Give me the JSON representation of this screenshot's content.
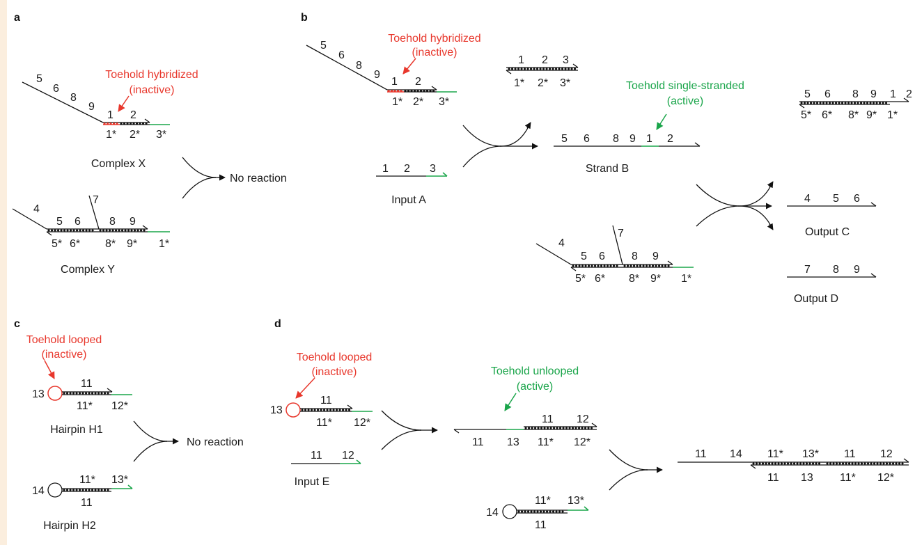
{
  "panels": {
    "a": "a",
    "b": "b",
    "c": "c",
    "d": "d"
  },
  "colors": {
    "inactive": "#e8372c",
    "active": "#1aa54a",
    "strand": "#111111",
    "strip": "#fbeede"
  },
  "a": {
    "annot_line1": "Toehold hybridized",
    "annot_line2": "(inactive)",
    "x_top": [
      "5",
      "6",
      "8",
      "9",
      "1",
      "2"
    ],
    "x_bottom": [
      "1*",
      "2*",
      "3*"
    ],
    "complex_x": "Complex X",
    "y_top": [
      "4",
      "5",
      "6",
      "7",
      "8",
      "9"
    ],
    "y_bottom": [
      "5*",
      "6*",
      "8*",
      "9*",
      "1*"
    ],
    "complex_y": "Complex Y",
    "result": "No reaction"
  },
  "b": {
    "annot_line1": "Toehold hybridized",
    "annot_line2": "(inactive)",
    "x_top": [
      "5",
      "6",
      "8",
      "9",
      "1",
      "2"
    ],
    "x_bottom": [
      "1*",
      "2*",
      "3*"
    ],
    "waste_top": [
      "1",
      "2",
      "3"
    ],
    "waste_bottom": [
      "1*",
      "2*",
      "3*"
    ],
    "input_a_domains": [
      "1",
      "2",
      "3"
    ],
    "input_a": "Input A",
    "green_annot_line1": "Toehold single-stranded",
    "green_annot_line2": "(active)",
    "strand_b_domains": [
      "5",
      "6",
      "8",
      "9",
      "1",
      "2"
    ],
    "strand_b": "Strand B",
    "prod_top": [
      "5",
      "6",
      "8",
      "9",
      "1",
      "2"
    ],
    "prod_bottom": [
      "5*",
      "6*",
      "8*",
      "9*",
      "1*"
    ],
    "output_c_domains": [
      "4",
      "5",
      "6"
    ],
    "output_c": "Output C",
    "y_top": [
      "4",
      "5",
      "6",
      "7",
      "8",
      "9"
    ],
    "y_bottom": [
      "5*",
      "6*",
      "8*",
      "9*",
      "1*"
    ],
    "output_d_domains": [
      "7",
      "8",
      "9"
    ],
    "output_d": "Output D"
  },
  "c": {
    "annot_line1": "Toehold looped",
    "annot_line2": "(inactive)",
    "h1_loop": "13",
    "h1_top": "11",
    "h1_bottom": [
      "11*",
      "12*"
    ],
    "hairpin_h1": "Hairpin H1",
    "h2_loop": "14",
    "h2_top": [
      "11*",
      "13*"
    ],
    "h2_bottom": "11",
    "hairpin_h2": "Hairpin H2",
    "result": "No reaction"
  },
  "d": {
    "annot_line1": "Toehold looped",
    "annot_line2": "(inactive)",
    "h1_loop": "13",
    "h1_top": "11",
    "h1_bottom": [
      "11*",
      "12*"
    ],
    "input_e_domains": [
      "11",
      "12"
    ],
    "input_e": "Input E",
    "green_annot_line1": "Toehold unlooped",
    "green_annot_line2": "(active)",
    "open_top": [
      "11",
      "12"
    ],
    "open_bottom": [
      "11",
      "13",
      "11*",
      "12*"
    ],
    "h2_loop": "14",
    "h2_top": [
      "11*",
      "13*"
    ],
    "h2_bottom": "11",
    "final_top": [
      "11",
      "14",
      "11*",
      "13*",
      "11",
      "12"
    ],
    "final_bottom": [
      "11",
      "13",
      "11*",
      "12*"
    ]
  }
}
